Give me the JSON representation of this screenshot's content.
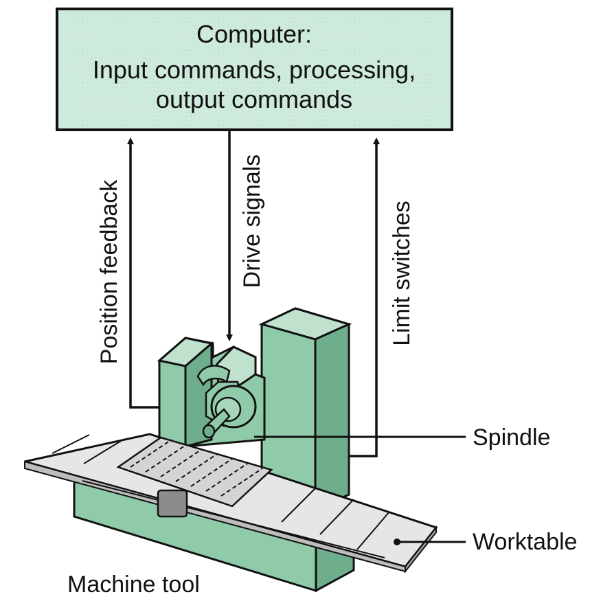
{
  "computer": {
    "line1": "Computer:",
    "line2": "Input commands, processing,",
    "line3": "output commands"
  },
  "signals": {
    "position_feedback": "Position feedback",
    "drive_signals": "Drive signals",
    "limit_switches": "Limit switches"
  },
  "labels": {
    "spindle": "Spindle",
    "worktable": "Worktable",
    "machine_tool": "Machine tool"
  },
  "colors": {
    "box_fill": "#cdeadc",
    "machine_green": "#8fcaa9",
    "machine_dark": "#6fae8c",
    "table_light": "#e6e6e6",
    "outline": "#111111"
  }
}
